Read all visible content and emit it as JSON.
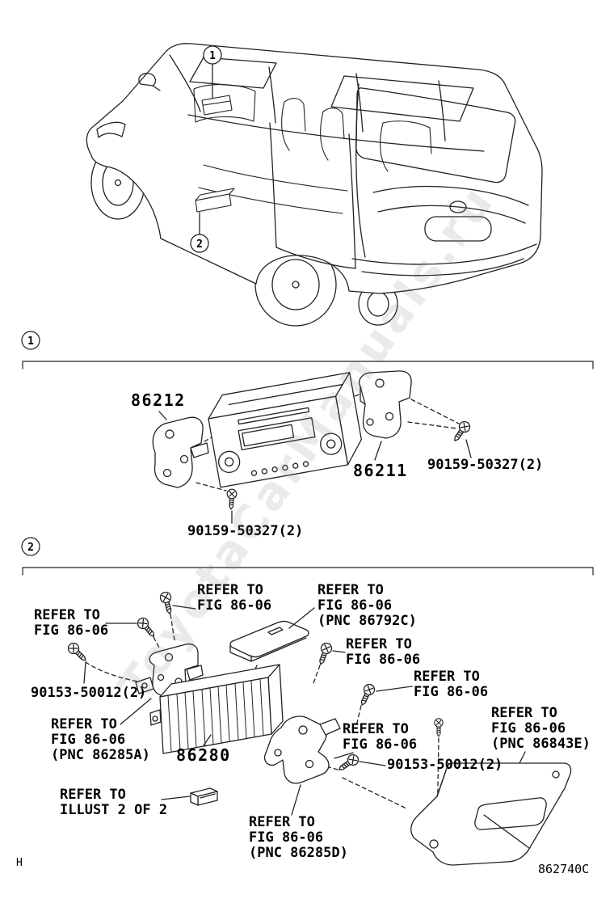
{
  "page": {
    "footer_left": "H",
    "footer_right": "862740C"
  },
  "watermark": {
    "text": "ToyotaCarManuals.ru"
  },
  "callouts": {
    "one": "1",
    "two": "2"
  },
  "section1": {
    "part_86212": "86212",
    "part_86211": "86211",
    "screw_upper": "90159-50327(2)",
    "screw_lower": "90159-50327(2)"
  },
  "section2": {
    "refer_top": "REFER TO\nFIG 86-06",
    "refer_86792c": "REFER TO\nFIG 86-06\n(PNC 86792C)",
    "refer_left": "REFER TO\nFIG 86-06",
    "refer_mid": "REFER TO\nFIG 86-06",
    "bolt_left": "90153-50012(2)",
    "refer_right_upper": "REFER TO\nFIG 86-06",
    "refer_86285a": "REFER TO\nFIG 86-06\n(PNC 86285A)",
    "part_86280": "86280",
    "refer_center_right": "REFER TO\nFIG 86-06",
    "refer_86843e": "REFER TO\nFIG 86-06\n(PNC 86843E)",
    "bolt_right": "90153-50012(2)",
    "refer_illust": "REFER TO\nILLUST 2 OF 2",
    "refer_86285d": "REFER TO\nFIG 86-06\n(PNC 86285D)"
  }
}
